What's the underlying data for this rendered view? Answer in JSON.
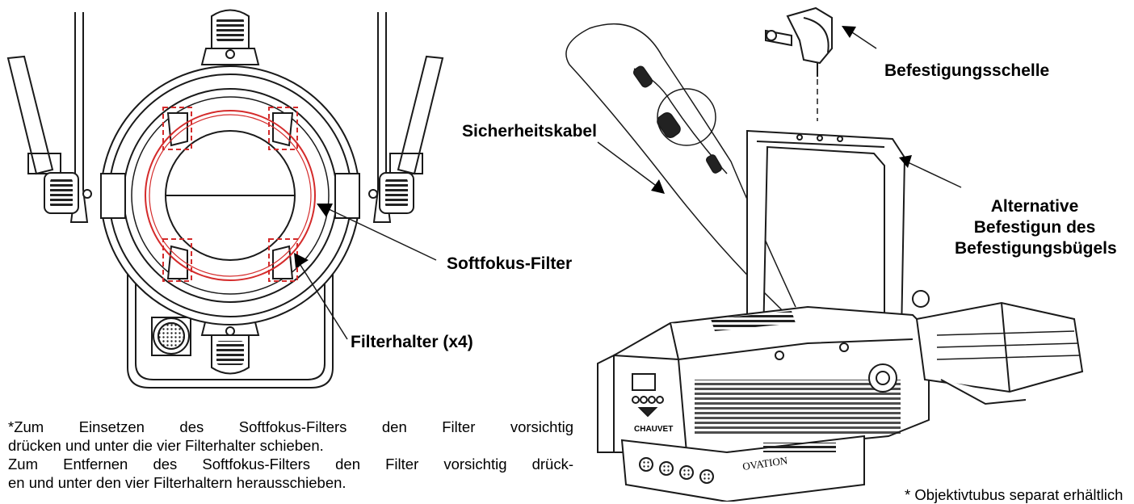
{
  "labels": {
    "befestigungsschelle": "Befestigungsschelle",
    "sicherheitskabel": "Sicherheitskabel",
    "alternative_line1": "Alternative",
    "alternative_line2": "Befestigun des",
    "alternative_line3": "Befestigungsbügels",
    "softfokus_filter": "Softfokus-Filter",
    "filterhalter": "Filterhalter (x4)"
  },
  "notes": {
    "insert_line1": "*Zum Einsetzen des Softfokus-Filters den Filter vorsichtig",
    "insert_line2": "drücken und unter die vier Filterhalter schieben.",
    "remove_line1": "Zum Entfernen des Softfokus-Filters den Filter vorsichtig drück-",
    "remove_line2": "en und unter den vier Filterhaltern herausschieben.",
    "lens_tube": "* Objektivtubus separat erhältlich"
  },
  "device_text": {
    "brand": "CHAUVET",
    "model": "OVATION"
  },
  "colors": {
    "outline": "#1a1a1a",
    "filter_ring": "#d42b2b",
    "highlight_box": "#d42b2b",
    "text": "#000000"
  }
}
